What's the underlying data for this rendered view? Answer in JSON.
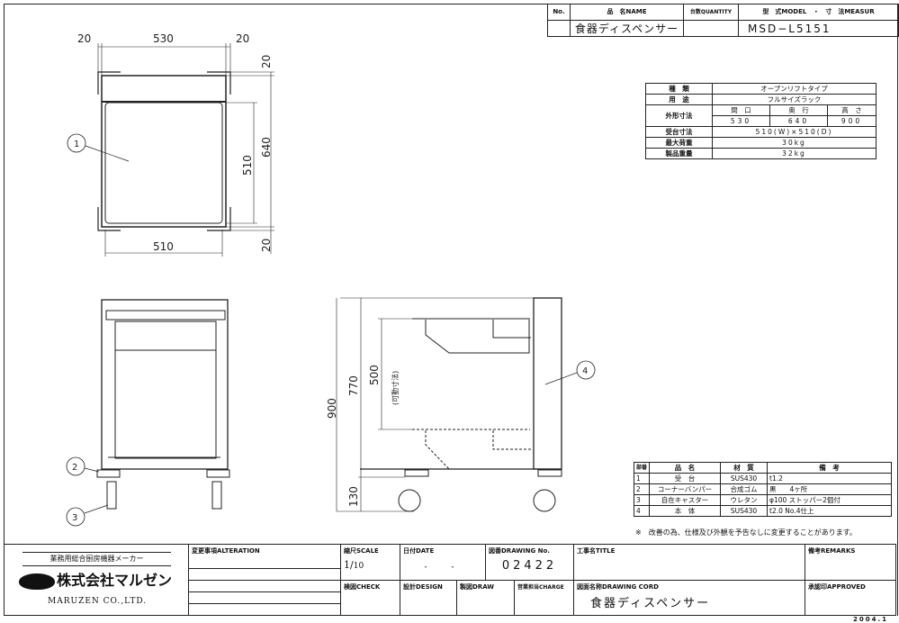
{
  "header": {
    "col_no": "No.",
    "col_name": "品　名NAME",
    "col_quantity": "台数QUANTITY",
    "col_model": "型　式MODEL　・　寸　法MEASUR",
    "row": {
      "no": "",
      "name": "食器ディスペンサー",
      "quantity": "",
      "model": "MSD−L5151"
    }
  },
  "spec_table": {
    "type_label": "種　類",
    "type_value": "オープンリフトタイプ",
    "use_label": "用　途",
    "use_value": "フルサイズラック",
    "outer_label": "外形寸法",
    "width_label": "間　口",
    "depth_label": "奥　行",
    "height_label": "高　さ",
    "width_value": "530",
    "depth_value": "640",
    "height_value": "900",
    "tray_label": "受台寸法",
    "tray_value": "510(W)×510(D)",
    "max_load_label": "最大荷重",
    "max_load_value": "30kg",
    "weight_label": "製品重量",
    "weight_value": "32kg"
  },
  "parts_table": {
    "headers": [
      "部番",
      "品　名",
      "材　質",
      "備　考"
    ],
    "rows": [
      [
        "1",
        "受　台",
        "SUS430",
        "t1.2"
      ],
      [
        "2",
        "コーナーバンパー",
        "合成ゴム",
        "黒　　4ヶ所"
      ],
      [
        "3",
        "自在キャスター",
        "ウレタン",
        "φ100 ストッパー2個付"
      ],
      [
        "4",
        "本　体",
        "SUS430",
        "t2.0 No.4仕上"
      ]
    ],
    "note": "※　改善の為、仕様及び外観を予告なしに変更することがあります。"
  },
  "drawing": {
    "top_view": {
      "dim_left": "20",
      "dim_width": "530",
      "dim_right": "20",
      "dim_top": "20",
      "dim_depth": "640",
      "dim_tray": "510",
      "dim_bottom": "20",
      "dim_tray_width": "510",
      "callout": "1"
    },
    "front_view": {
      "callout_bumper": "2",
      "callout_caster": "3"
    },
    "side_view": {
      "dim_total": "900",
      "dim_body": "770",
      "dim_travel": "500",
      "dim_travel_note": "(可動寸法)",
      "dim_caster": "130",
      "callout": "4"
    }
  },
  "title_block": {
    "company_tagline": "業務用総合厨房機器メーカー",
    "company_name": "株式会社マルゼン",
    "company_en": "MARUZEN CO.,LTD.",
    "alteration_label": "変更事項ALTERATION",
    "scale_label": "縮尺SCALE",
    "scale_num": "1",
    "scale_den": "10",
    "date_label": "日付DATE",
    "date_value": "・　・",
    "drawing_no_label": "図番DRAWING No.",
    "drawing_no": "02422",
    "title_label": "工事名TITLE",
    "remarks_label": "備考REMARKS",
    "check_label": "検図CHECK",
    "design_label": "設計DESIGN",
    "draw_label": "製図DRAW",
    "charge_label": "営業担当CHARGE",
    "drawing_name_label": "図面名称DRAWING CORD",
    "drawing_name": "食器ディスペンサー",
    "approved_label": "承認印APPROVED",
    "revision_date": "2004.1"
  }
}
